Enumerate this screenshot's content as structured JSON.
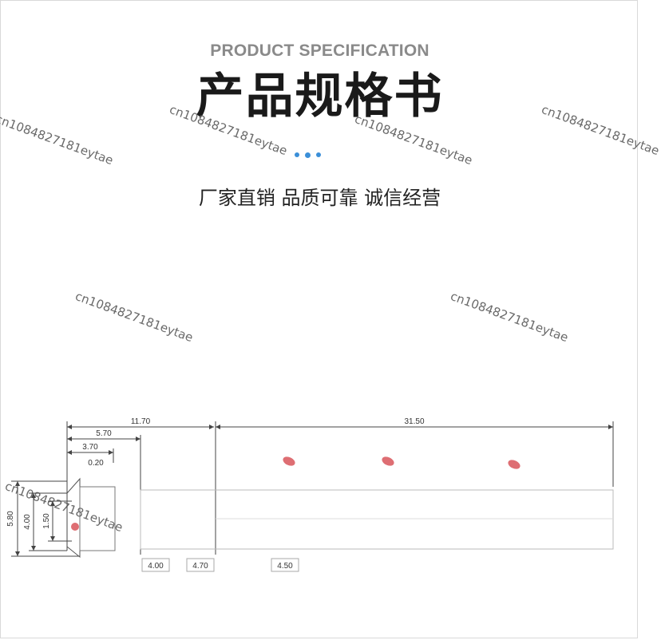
{
  "header": {
    "title_en": "PRODUCT SPECIFICATION",
    "title_cn": "产品规格书",
    "slogan": "厂家直销 品质可靠 诚信经营"
  },
  "watermark": {
    "text_1": "cn1084827181eytae",
    "text_2": "cn1084827181eytae",
    "text_3": "cn1084827181eytae",
    "text_4": "cn1084827181eytae",
    "text_5": "cn1084827181eytae",
    "text_6": "cn1084827181eytae",
    "text_7": "cn1084827181eytae"
  },
  "drawing": {
    "dim_total_left": "11.70",
    "dim_total_right": "31.50",
    "dim_5_70": "5.70",
    "dim_3_70": "3.70",
    "dim_0_20": "0.20",
    "dim_height_5_80": "5.80",
    "dim_height_4_00": "4.00",
    "dim_height_1_50": "1.50",
    "box_4_00": "4.00",
    "box_4_70": "4.70",
    "box_4_50": "4.50"
  },
  "colors": {
    "accent_dots": "#3b8fd8",
    "red_marks": "#d9545a"
  }
}
